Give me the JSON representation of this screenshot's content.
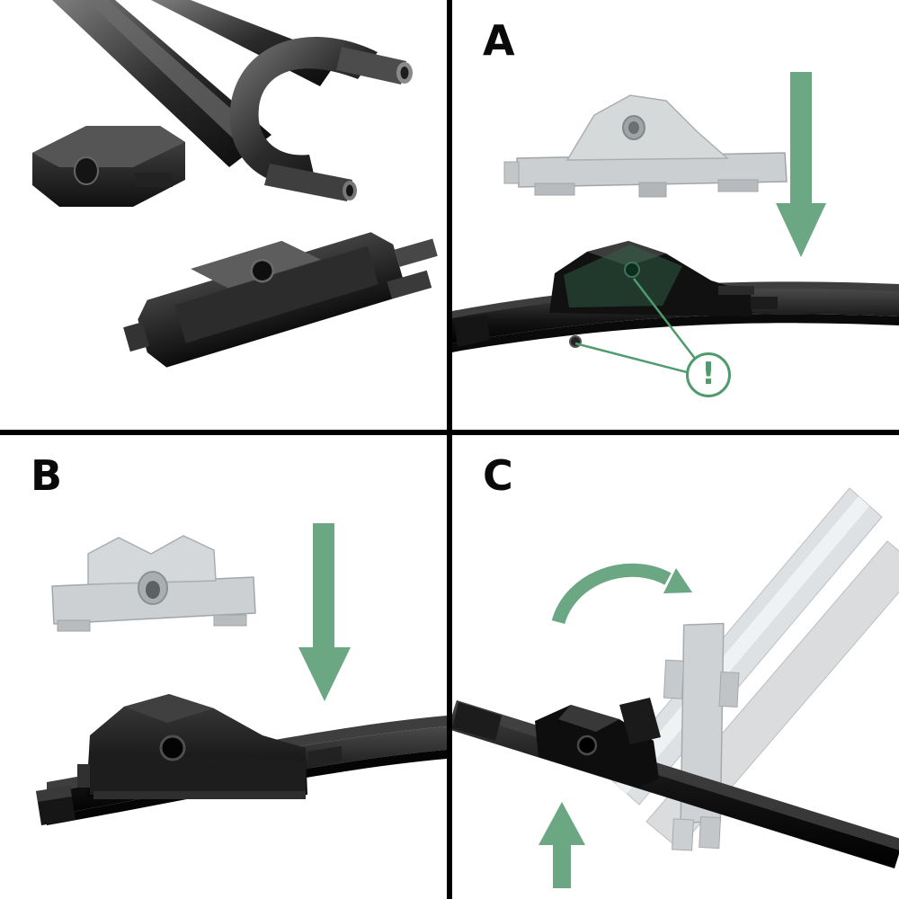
{
  "title": "Windscreen wiper blade adapter installation instructions",
  "colors": {
    "background": "#ffffff",
    "divider": "#000000",
    "accent_green": "#6aa782",
    "accent_green_dark": "#4f9b6e",
    "part_black": "#111111",
    "part_gray": "#cdd1d3"
  },
  "icons": {
    "step_a": "down-arrow",
    "step_b": "down-arrow",
    "step_c_rotate": "curved-rotate-arrow",
    "step_c_insert": "up-arrow",
    "warning": "exclamation-circle"
  },
  "panels": {
    "a": {
      "label": "A",
      "warning_symbol": "!"
    },
    "b": {
      "label": "B"
    },
    "c": {
      "label": "C"
    }
  }
}
